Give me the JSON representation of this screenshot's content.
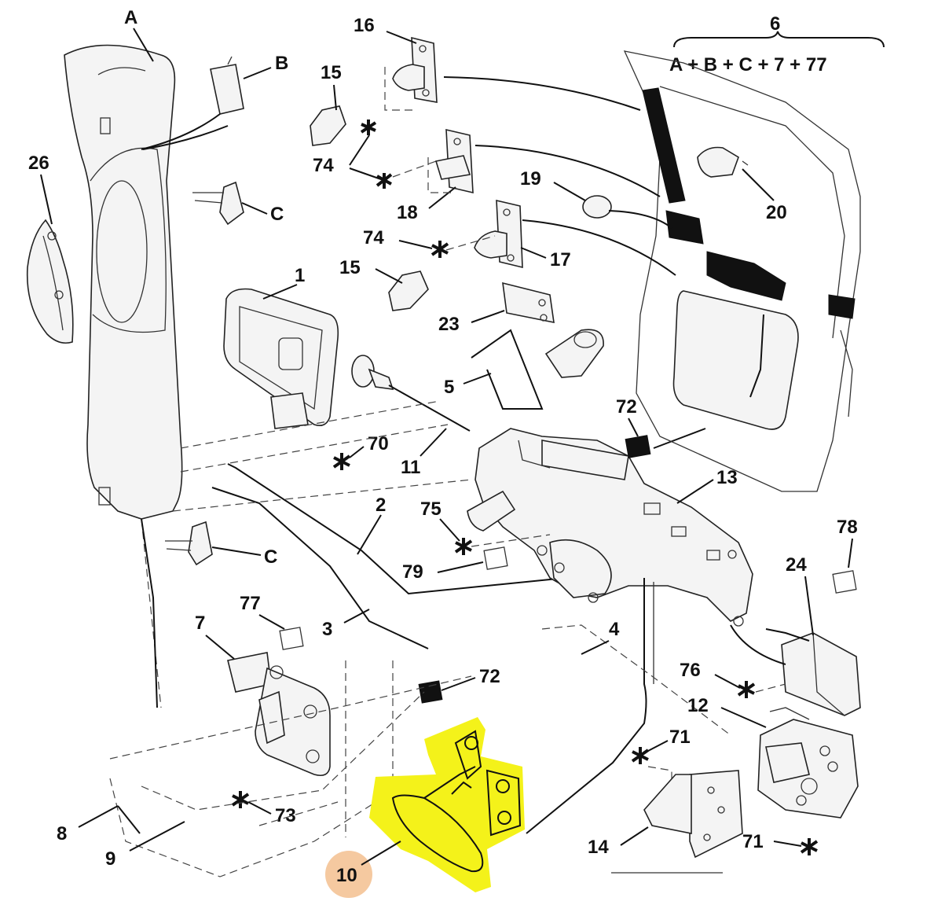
{
  "header": {
    "number": "6",
    "formula": "A + B + C + 7 + 77"
  },
  "labels": {
    "A": "A",
    "B": "B",
    "C_top": "C",
    "C_bottom": "C",
    "n1": "1",
    "n2": "2",
    "n3": "3",
    "n4": "4",
    "n5": "5",
    "n7": "7",
    "n8": "8",
    "n9": "9",
    "n10": "10",
    "n11": "11",
    "n12": "12",
    "n13": "13",
    "n14": "14",
    "n15_top": "15",
    "n15_mid": "15",
    "n16": "16",
    "n17": "17",
    "n18": "18",
    "n19": "19",
    "n20": "20",
    "n23": "23",
    "n24": "24",
    "n26": "26",
    "n70": "70",
    "n71_top": "71",
    "n71_bottom": "71",
    "n72_top": "72",
    "n72_bottom": "72",
    "n73": "73",
    "n74_top": "74",
    "n74_mid": "74",
    "n75": "75",
    "n76": "76",
    "n77": "77",
    "n78": "78",
    "n79": "79"
  },
  "colors": {
    "highlight": "#f4f21a",
    "badge": "#f5c9a0",
    "ink": "#111111"
  },
  "highlighted_part": "10"
}
